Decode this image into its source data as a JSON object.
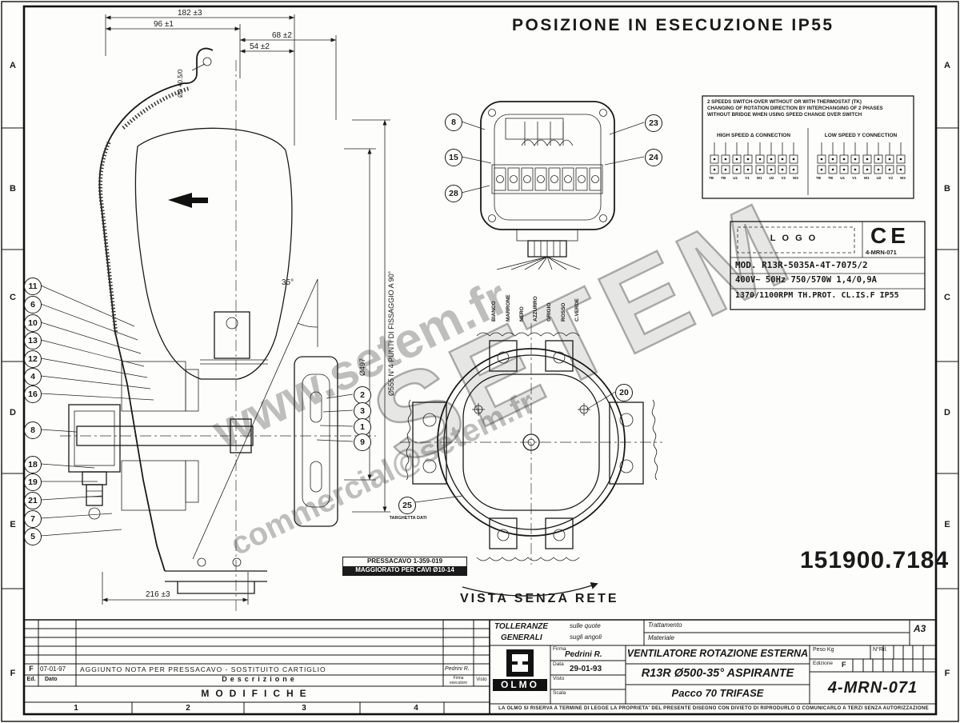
{
  "header": {
    "title": "POSIZIONE IN ESECUZIONE IP55"
  },
  "watermark": {
    "site": "www.setem.fr",
    "big": "SETEM",
    "email": "commercial@setem.fr"
  },
  "code_large": "151900.7184",
  "zones": {
    "rows": [
      "A",
      "B",
      "C",
      "D",
      "E",
      "F"
    ],
    "cols": [
      "1",
      "2",
      "3",
      "4"
    ]
  },
  "side_view": {
    "dim_182": "182 ±3",
    "dim_96": "96 ±1",
    "dim_68": "68 ±2",
    "dim_54": "54 ±2",
    "dim_hole": "Ø9 +0.5/0",
    "dim_angle": "35°",
    "dim_497": "Ø497",
    "dim_555": "Ø555  N°4 PUNTI DI FISSAGGIO A 90°",
    "dim_216": "216 ±3",
    "balloons_left": [
      "11",
      "6",
      "10",
      "13",
      "12",
      "4",
      "16",
      "8",
      "18",
      "19",
      "21",
      "7",
      "5"
    ],
    "balloons_right": [
      "2",
      "3",
      "1",
      "9"
    ],
    "pressacavo_note_1": "PRESSACAVO 1-359-019",
    "pressacavo_note_2": "MAGGIORATO PER CAVI Ø10-14"
  },
  "terminal_box": {
    "balloons_left": [
      "8",
      "15",
      "28"
    ],
    "balloons_right": [
      "23",
      "24"
    ],
    "wire_labels": [
      "BIANCO",
      "MARRONE",
      "NERO",
      "AZZURRO",
      "GRIGIO",
      "ROSSO",
      "C.VERDE"
    ]
  },
  "wiring": {
    "note_line_1": "2 SPEEDS SWITCH-OVER WITHOUT OR WITH THERMOSTAT (TK)",
    "note_line_2": "CHANGING OF ROTATION DIRECTION BY INTERCHANGING OF 2 PHASES",
    "note_line_3": "WITHOUT BRIDGE WHEN USING SPEED CHANGE OVER SWITCH",
    "high_speed_label": "HIGH SPEED",
    "high_symbol": "Δ",
    "low_speed_label": "LOW SPEED",
    "low_symbol": "Y",
    "connection_word": "CONNECTION",
    "high_terminals": [
      "TB",
      "TB",
      "U1",
      "V1",
      "W1",
      "U2",
      "V2",
      "W2"
    ],
    "low_terminals": [
      "TB",
      "TB",
      "U1",
      "V1",
      "W1",
      "U2",
      "V2",
      "W2"
    ]
  },
  "nameplate": {
    "logo": "LOGO",
    "ce": "CE",
    "code": "4-MRN-071",
    "line_mod": "MOD. R13R-5035A-4T-7075/2",
    "line_elec": "400V~ 50Hz  750/570W  1,4/0,9A",
    "line_rpm": "1370/1100RPM TH.PROT. CL.IS.F IP55"
  },
  "front_view": {
    "caption": "VISTA SENZA RETE",
    "balloon_20": "20",
    "balloon_25": "25",
    "targhetta": "TARGHETTA DATI"
  },
  "modifiche": {
    "row_ed": "F",
    "row_date": "07-01-97",
    "row_desc": "AGGIUNTO NOTA PER PRESSACAVO - SOSTITUITO CARTIGLIO",
    "row_firma": "Pedrini R.",
    "header_ed": "Ed.",
    "header_date": "Dato",
    "header_desc": "Descrizione",
    "header_firma": "Firma esecutore",
    "header_visto": "Visto",
    "title": "MODIFICHE"
  },
  "title_block": {
    "tolleranze_1": "TOLLERANZE",
    "tolleranze_2": "GENERALI",
    "tolleranze_q": "sulle quote",
    "tolleranze_a": "sugli angoli",
    "trattamento": "Trattamento",
    "materiale": "Materiale",
    "format": "A3",
    "company": "OLMO",
    "firma_label": "Firma",
    "firma": "Pedrini R.",
    "data_label": "Data",
    "data": "29-01-93",
    "visto_label": "Visto",
    "scala_label": "Scala",
    "title_1": "VENTILATORE ROTAZIONE ESTERNA",
    "title_2": "R13R Ø500-35° ASPIRANTE",
    "title_3": "Pacco 70  TRIFASE",
    "peso_label": "Peso Kg",
    "nril_label": "N°Ril.",
    "edizione_label": "Edizione",
    "edizione": "F",
    "code": "4-MRN-071",
    "footer": "LA OLMO SI RISERVA A TERMINE DI LEGGE LA PROPRIETA' DEL PRESENTE DISEGNO CON DIVIETO DI RIPRODURLO O COMUNICARLO A TERZI SENZA AUTORIZZAZIONE"
  }
}
